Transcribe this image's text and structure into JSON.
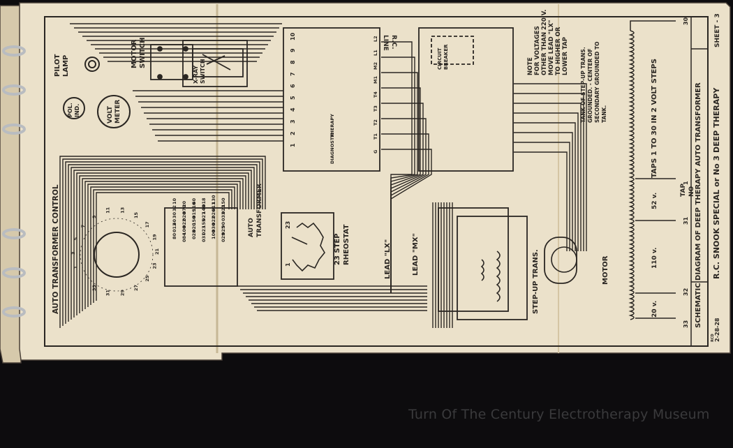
{
  "watermark": "Turn Of The Century Electrotherapy Museum",
  "colors": {
    "background": "#0d0c0e",
    "paper": "#ebe1ca",
    "ink": "#2a2622",
    "ring": "#b9bcc0"
  },
  "diagram": {
    "labels": {
      "pilot_lamp": [
        "PILOT",
        "LAMP"
      ],
      "motor_switch": [
        "MOTOR",
        "SWITCH"
      ],
      "xray_switch": [
        "X-RAY",
        "SWITCH"
      ],
      "rc_line": [
        "R.C.",
        "LINE"
      ],
      "circuit_breaker": [
        "CIRCUIT",
        "BREAKER"
      ],
      "note": [
        "NOTE",
        "FOR VOLTAGES",
        "OTHER THAN 220 V.",
        "MOVE LEAD \"LX\"",
        "TO HIGHER OR",
        "LOWER TAP"
      ],
      "tank_note": [
        "TANK OF STEP-UP TRANS.",
        "GROUNDED. - CENTER OF",
        "SECONDARY GROUNDED TO",
        "TANK."
      ],
      "pol_ind": [
        "POL.",
        "IND."
      ],
      "volt_meter": [
        "VOLT",
        "METER"
      ],
      "auto_transformer_control": "AUTO TRANSFORMER CONTROL",
      "auto_transformer": [
        "AUTO",
        "TRANSFORMER"
      ],
      "rheostat": [
        "23 STEP",
        "RHEOSTAT"
      ],
      "lead_lx": "LEAD \"LX\"",
      "lead_mx": "LEAD \"MX\"",
      "step_up_trans": "STEP-UP TRANS.",
      "motor": "MOTOR",
      "diagnostic": "DIAGNOSTIC",
      "therapy": "THERAPY",
      "taps": "TAPS 1 TO 30 IN 2 VOLT STEPS",
      "tap_no": [
        "TAP",
        "NO"
      ],
      "v52": "52 v.",
      "v110": "110 v.",
      "v20": "20 v.",
      "title1": "SCHEMATIC DIAGRAM OF DEEP THERAPY AUTO TRANSFORMER",
      "title2": "R.C. SNOOK SPECIAL or No 3 DEEP THERAPY",
      "sheet": "SHEET - 3",
      "date": "2-28-28",
      "rcd": "RCD"
    },
    "tap_numbers": [
      "30",
      "1",
      "31",
      "32",
      "33"
    ],
    "rheostat_ends": [
      "23",
      "1"
    ],
    "terminal_numbers": [
      "10",
      "9",
      "8",
      "7",
      "6",
      "5",
      "4",
      "3",
      "2",
      "1"
    ],
    "lead_numbers": [
      "L2",
      "L1",
      "M2",
      "M1",
      "T4",
      "T3",
      "T2",
      "T1",
      "G"
    ],
    "tap_grid": [
      "80",
      "012",
      "40",
      "30",
      "32",
      "10",
      "084",
      "100",
      "022",
      "020",
      "070",
      "20",
      "028",
      "020",
      "150",
      "019",
      "110",
      "60",
      "031",
      "023",
      "155",
      "027",
      "140",
      "018",
      "100",
      "030",
      "022",
      "026",
      "011",
      "130",
      "029",
      "025",
      "90",
      "033",
      "021",
      "150"
    ],
    "dial_numbers": [
      "1",
      "3",
      "5",
      "7",
      "9",
      "11",
      "13",
      "15",
      "17",
      "19",
      "21",
      "23",
      "25",
      "27",
      "29",
      "31",
      "33"
    ]
  }
}
